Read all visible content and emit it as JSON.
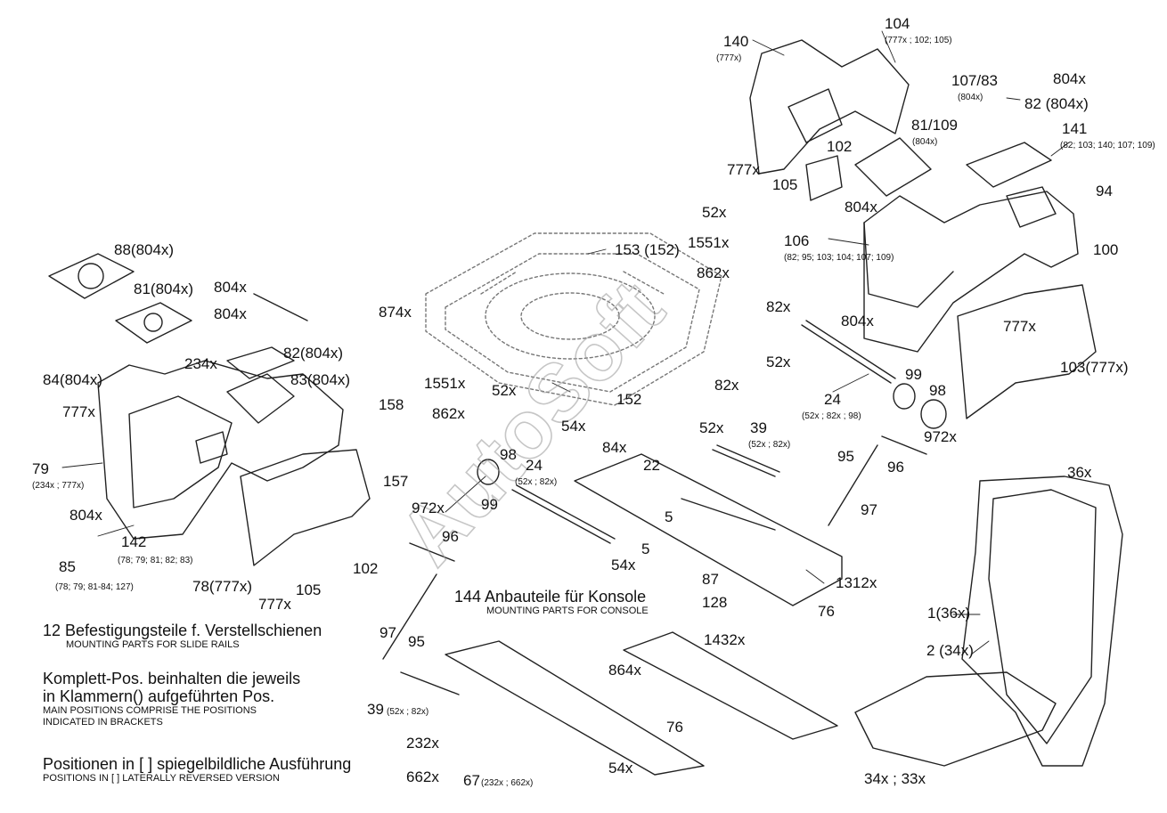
{
  "watermark": "AutoSoft",
  "notes": {
    "mounting_parts_console_de": "144 Anbauteile für Konsole",
    "mounting_parts_console_en": "MOUNTING PARTS FOR CONSOLE",
    "slide_rails_de": "12 Befestigungsteile f. Verstellschienen",
    "slide_rails_en": "MOUNTING PARTS FOR SLIDE RAILS",
    "complete_pos_de_1": "Komplett-Pos. beinhalten die jeweils",
    "complete_pos_de_2": "in Klammern() aufgeführten Pos.",
    "complete_pos_en_1": "MAIN POSITIONS COMPRISE THE POSITIONS",
    "complete_pos_en_2": "INDICATED IN BRACKETS",
    "mirror_de": "Positionen in [ ] spiegelbildliche Ausführung",
    "mirror_en": "POSITIONS IN [ ] LATERALLY REVERSED VERSION"
  },
  "labels": [
    {
      "text": "140",
      "sub": "(777x)"
    },
    {
      "text": "104",
      "sub": "(777x ; 102; 105)"
    },
    {
      "text": "107/83",
      "sub": "(804x)"
    },
    {
      "text": "804x",
      "sub": ""
    },
    {
      "text": "82 (804x)",
      "sub": ""
    },
    {
      "text": "81/109",
      "sub": "(804x)"
    },
    {
      "text": "141",
      "sub": "(82; 103; 140; 107; 109)"
    },
    {
      "text": "777x",
      "sub": ""
    },
    {
      "text": "102",
      "sub": ""
    },
    {
      "text": "105",
      "sub": ""
    },
    {
      "text": "804x",
      "sub": ""
    },
    {
      "text": "94",
      "sub": ""
    },
    {
      "text": "100",
      "sub": ""
    },
    {
      "text": "52x",
      "sub": ""
    },
    {
      "text": "1551x",
      "sub": ""
    },
    {
      "text": "862x",
      "sub": ""
    },
    {
      "text": "153 (152)",
      "sub": ""
    },
    {
      "text": "106",
      "sub": "(82; 95; 103; 104; 107; 109)"
    },
    {
      "text": "88(804x)",
      "sub": ""
    },
    {
      "text": "81(804x)",
      "sub": ""
    },
    {
      "text": "804x",
      "sub": ""
    },
    {
      "text": "874x",
      "sub": ""
    },
    {
      "text": "82x",
      "sub": ""
    },
    {
      "text": "804x",
      "sub": ""
    },
    {
      "text": "777x",
      "sub": ""
    },
    {
      "text": "103(777x)",
      "sub": ""
    },
    {
      "text": "804x",
      "sub": ""
    },
    {
      "text": "82(804x)",
      "sub": ""
    },
    {
      "text": "234x",
      "sub": ""
    },
    {
      "text": "83(804x)",
      "sub": ""
    },
    {
      "text": "84(804x)",
      "sub": ""
    },
    {
      "text": "1551x",
      "sub": ""
    },
    {
      "text": "52x",
      "sub": ""
    },
    {
      "text": "152",
      "sub": ""
    },
    {
      "text": "52x",
      "sub": ""
    },
    {
      "text": "99",
      "sub": ""
    },
    {
      "text": "98",
      "sub": ""
    },
    {
      "text": "24",
      "sub": "(52x ; 82x ; 98)"
    },
    {
      "text": "82x",
      "sub": ""
    },
    {
      "text": "777x",
      "sub": ""
    },
    {
      "text": "158",
      "sub": ""
    },
    {
      "text": "862x",
      "sub": ""
    },
    {
      "text": "54x",
      "sub": ""
    },
    {
      "text": "52x",
      "sub": ""
    },
    {
      "text": "39",
      "sub": "(52x ; 82x)"
    },
    {
      "text": "972x",
      "sub": ""
    },
    {
      "text": "79",
      "sub": "(234x ; 777x)"
    },
    {
      "text": "98",
      "sub": ""
    },
    {
      "text": "84x",
      "sub": ""
    },
    {
      "text": "22",
      "sub": ""
    },
    {
      "text": "95",
      "sub": ""
    },
    {
      "text": "96",
      "sub": ""
    },
    {
      "text": "24",
      "sub": "(52x ; 82x)"
    },
    {
      "text": "157",
      "sub": ""
    },
    {
      "text": "99",
      "sub": ""
    },
    {
      "text": "972x",
      "sub": ""
    },
    {
      "text": "97",
      "sub": ""
    },
    {
      "text": "804x",
      "sub": ""
    },
    {
      "text": "96",
      "sub": ""
    },
    {
      "text": "5",
      "sub": ""
    },
    {
      "text": "5",
      "sub": ""
    },
    {
      "text": "142",
      "sub": "(78; 79; 81; 82; 83)"
    },
    {
      "text": "85",
      "sub": "(78; 79; 81-84; 127)"
    },
    {
      "text": "102",
      "sub": ""
    },
    {
      "text": "78(777x)",
      "sub": ""
    },
    {
      "text": "105",
      "sub": ""
    },
    {
      "text": "777x",
      "sub": ""
    },
    {
      "text": "54x",
      "sub": ""
    },
    {
      "text": "87",
      "sub": ""
    },
    {
      "text": "1312x",
      "sub": ""
    },
    {
      "text": "128",
      "sub": ""
    },
    {
      "text": "76",
      "sub": ""
    },
    {
      "text": "36x",
      "sub": ""
    },
    {
      "text": "1(36x)",
      "sub": ""
    },
    {
      "text": "2 (34x)",
      "sub": ""
    },
    {
      "text": "97",
      "sub": ""
    },
    {
      "text": "95",
      "sub": ""
    },
    {
      "text": "1432x",
      "sub": ""
    },
    {
      "text": "864x",
      "sub": ""
    },
    {
      "text": "76",
      "sub": ""
    },
    {
      "text": "39",
      "sub": "(52x ; 82x)"
    },
    {
      "text": "232x",
      "sub": ""
    },
    {
      "text": "662x",
      "sub": ""
    },
    {
      "text": "67",
      "sub": "(232x ; 662x)"
    },
    {
      "text": "54x",
      "sub": ""
    },
    {
      "text": "34x ; 33x",
      "sub": ""
    }
  ]
}
